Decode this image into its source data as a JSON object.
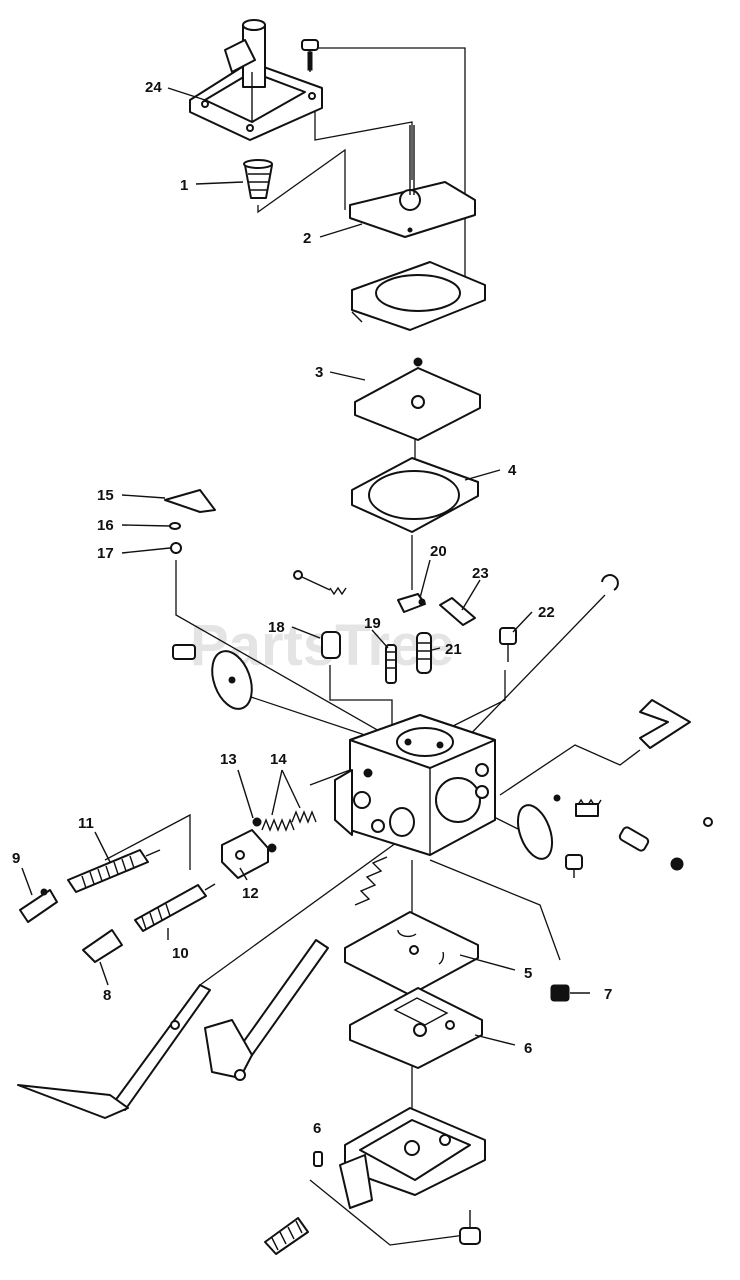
{
  "watermark": "PartsTree",
  "callouts": {
    "c1": "1",
    "c2": "2",
    "c3": "3",
    "c4": "4",
    "c5": "5",
    "c6": "6",
    "c7": "7",
    "c8": "8",
    "c9": "9",
    "c10": "10",
    "c11": "11",
    "c12": "12",
    "c13": "13",
    "c14": "14",
    "c15": "15",
    "c16": "16",
    "c17": "17",
    "c18": "18",
    "c19": "19",
    "c20": "20",
    "c21": "21",
    "c22": "22",
    "c23": "23",
    "c24": "24",
    "c6b": "6"
  }
}
